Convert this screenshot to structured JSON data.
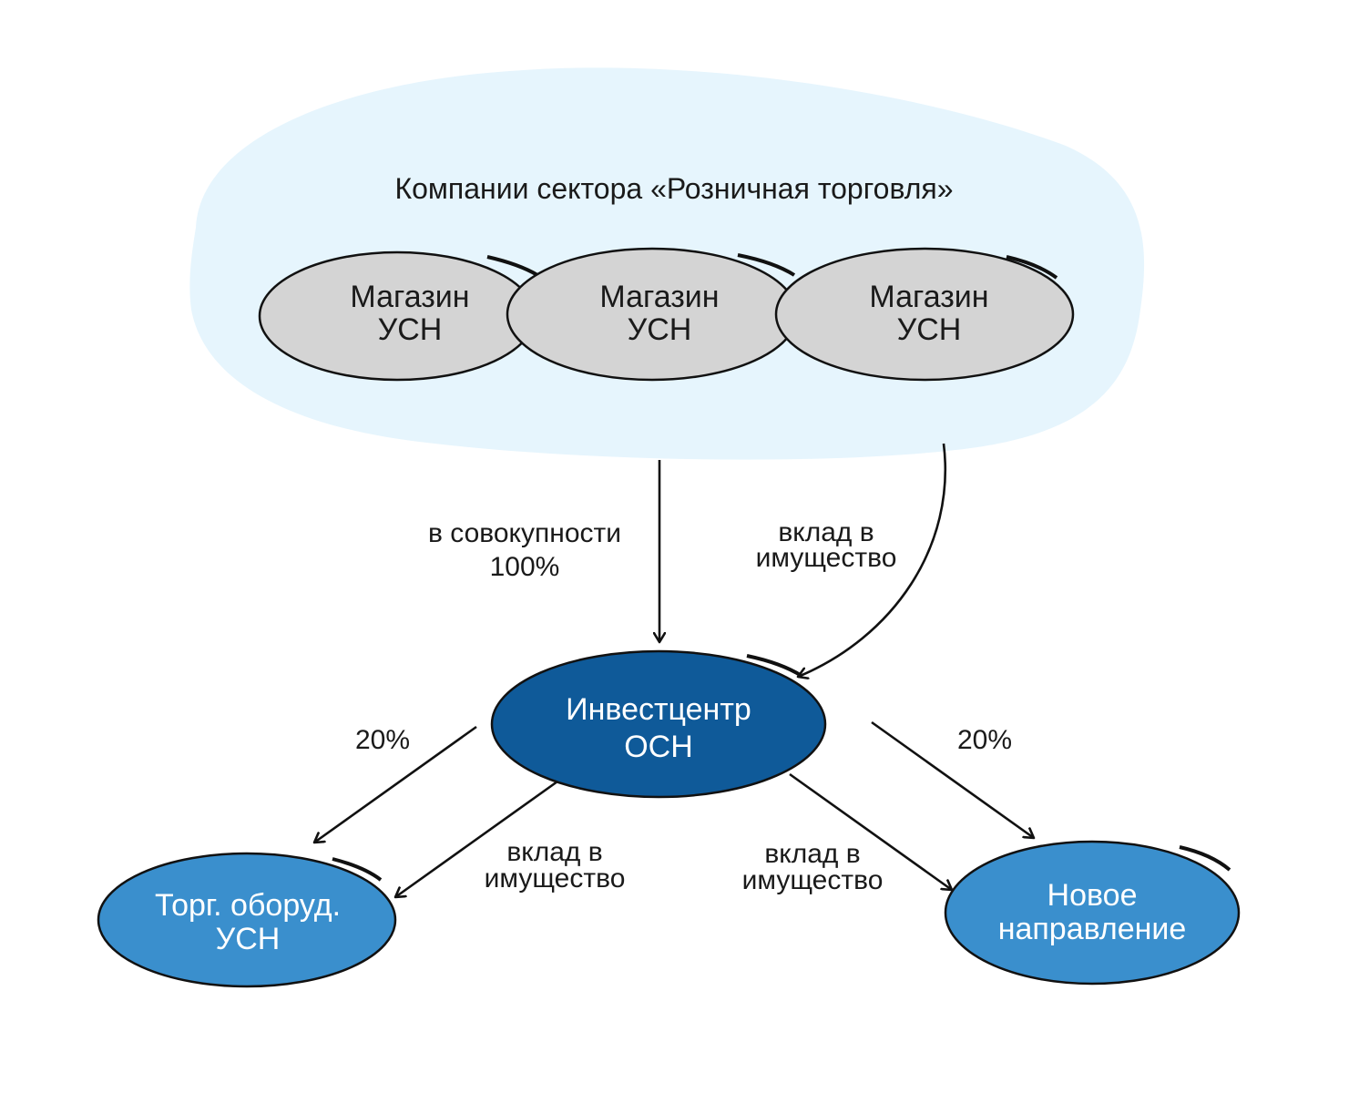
{
  "group": {
    "title": "Компании сектора «Розничная торговля»",
    "fill": "#e6f5fd"
  },
  "stores": [
    {
      "line1": "Магазин",
      "line2": "УСН"
    },
    {
      "line1": "Магазин",
      "line2": "УСН"
    },
    {
      "line1": "Магазин",
      "line2": "УСН"
    }
  ],
  "hub": {
    "line1": "Инвестцентр",
    "line2": "ОСН",
    "fill": "#0f5a99"
  },
  "children": [
    {
      "line1": "Торг. оборуд.",
      "line2": "УСН",
      "fill": "#3a8fcd"
    },
    {
      "line1": "Новое",
      "line2": "направление",
      "fill": "#3a8fcd"
    }
  ],
  "edges": {
    "stores_to_hub": {
      "line1": "в совокупности",
      "line2": "100%"
    },
    "contribution_to_hub": {
      "line1": "вклад в",
      "line2": "имущество"
    },
    "hub_to_left_share": {
      "label": "20%"
    },
    "hub_to_left_contribution": {
      "line1": "вклад в",
      "line2": "имущество"
    },
    "hub_to_right_contribution": {
      "line1": "вклад в",
      "line2": "имущество"
    },
    "hub_to_right_share": {
      "label": "20%"
    }
  },
  "colors": {
    "store_fill": "#d4d4d4",
    "stroke": "#111111",
    "text_dark": "#1a1a1a",
    "text_light": "#ffffff"
  }
}
